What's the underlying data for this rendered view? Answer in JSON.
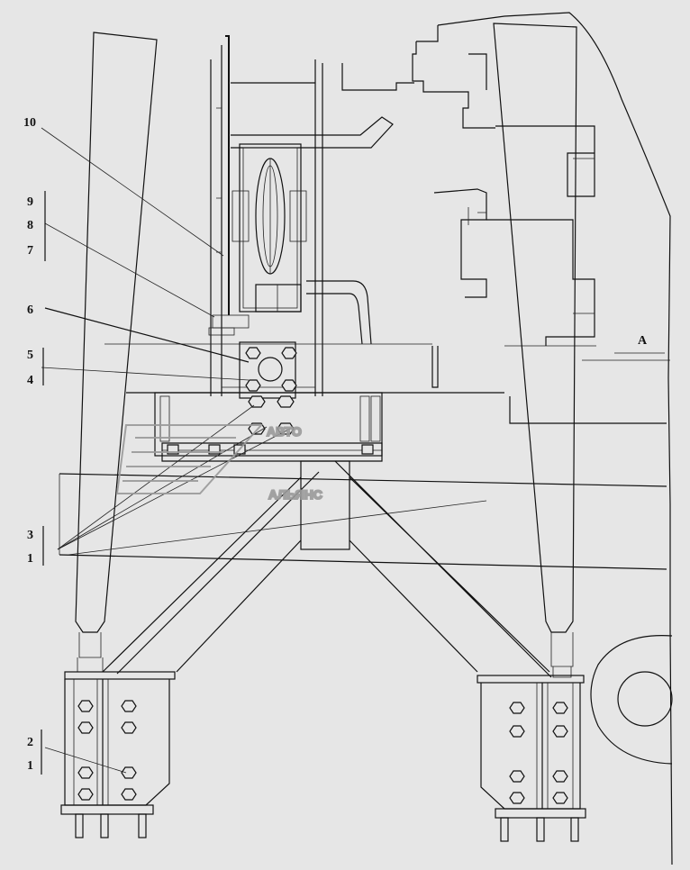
{
  "labels": {
    "l10": "10",
    "l9": "9",
    "l8": "8",
    "l7": "7",
    "l6": "6",
    "l5": "5",
    "l4": "4",
    "l3": "3",
    "l1a": "1",
    "l2": "2",
    "l1b": "1",
    "view_a": "A"
  },
  "watermark": {
    "line1": "АВТО",
    "line2": "АЛЬЯНС"
  },
  "colors": {
    "background": "#e6e6e6",
    "linework": "#111111",
    "watermark": "#9a9a9a"
  }
}
